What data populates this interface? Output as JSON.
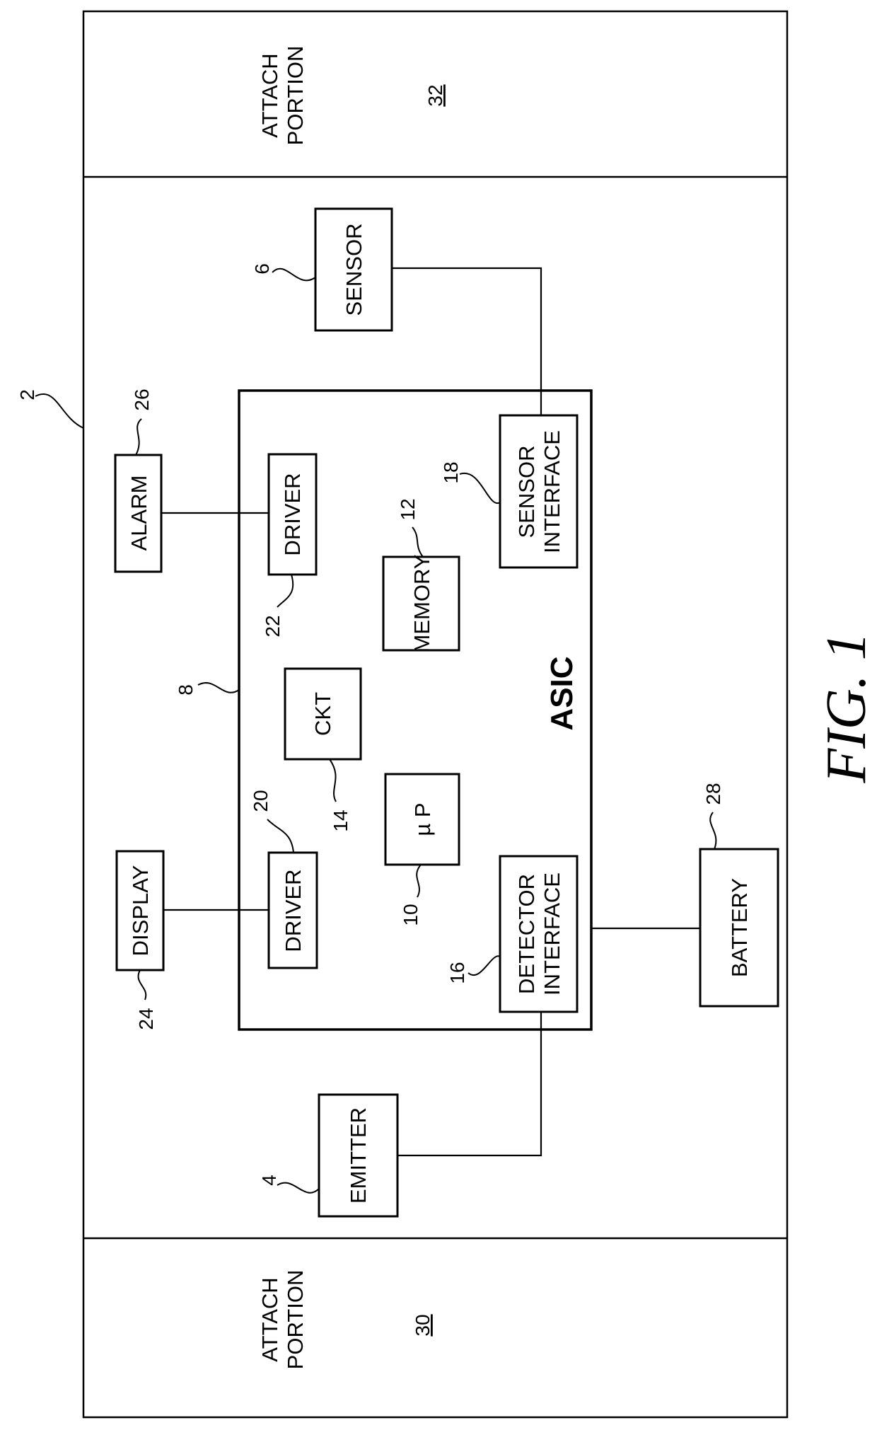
{
  "figure_label": "FIG. 1",
  "device_ref": "2",
  "attach_top": {
    "line1": "ATTACH",
    "line2": "PORTION",
    "ref": "32"
  },
  "attach_bottom": {
    "line1": "ATTACH",
    "line2": "PORTION",
    "ref": "30"
  },
  "asic": {
    "label": "ASIC",
    "ref": "8"
  },
  "blocks": {
    "sensor": {
      "label": "SENSOR",
      "ref": "6"
    },
    "emitter": {
      "label": "EMITTER",
      "ref": "4"
    },
    "alarm": {
      "label": "ALARM",
      "ref": "26"
    },
    "display": {
      "label": "DISPLAY",
      "ref": "24"
    },
    "battery": {
      "label": "BATTERY",
      "ref": "28"
    },
    "driver_alarm": {
      "label": "DRIVER",
      "ref": "22"
    },
    "driver_display": {
      "label": "DRIVER",
      "ref": "20"
    },
    "memory": {
      "label": "MEMORY",
      "ref": "12"
    },
    "ckt": {
      "label": "CKT",
      "ref": "14"
    },
    "microprocessor": {
      "label": "µ P",
      "ref": "10"
    },
    "sensor_interface": {
      "line1": "SENSOR",
      "line2": "INTERFACE",
      "ref": "18"
    },
    "detector_interface": {
      "line1": "DETECTOR",
      "line2": "INTERFACE",
      "ref": "16"
    }
  }
}
